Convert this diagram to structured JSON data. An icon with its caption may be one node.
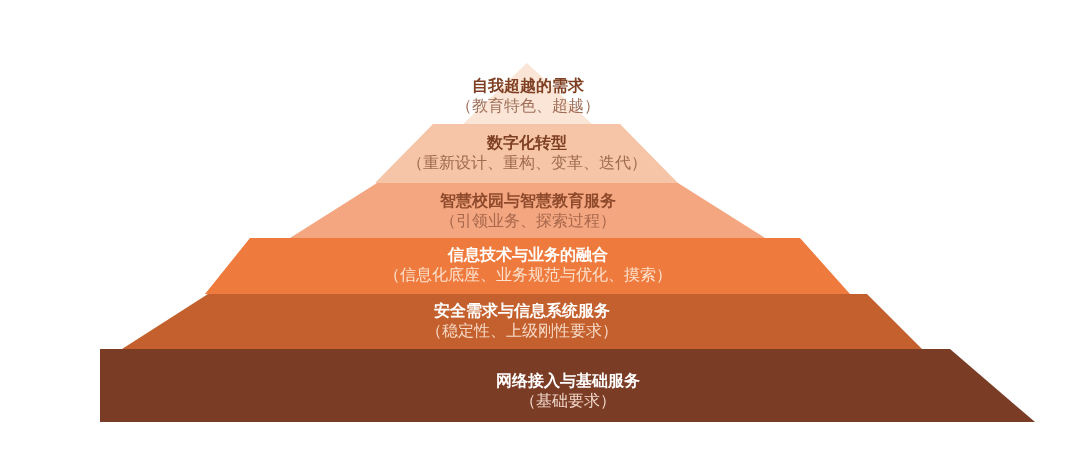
{
  "diagram": {
    "nodes": [
      {
        "text": [
          "自我超越的需求",
          "（教育特色、超越）"
        ]
      },
      {
        "text": [
          "数字化转型",
          "（重新设计、重构、变革、迭代）"
        ]
      },
      {
        "text": [
          "智慧校园与智慧教育服务",
          "（引领业务、探索过程）"
        ]
      },
      {
        "text": [
          "信息技术与业务的融合",
          "（信息化底座、业务规范与优化、摸索）"
        ]
      },
      {
        "text": [
          "安全需求与信息系统服务",
          "（稳定性、上级刚性要求）"
        ]
      },
      {
        "text": [
          "网络接入与基础服务",
          "（基础要求）"
        ]
      }
    ]
  }
}
